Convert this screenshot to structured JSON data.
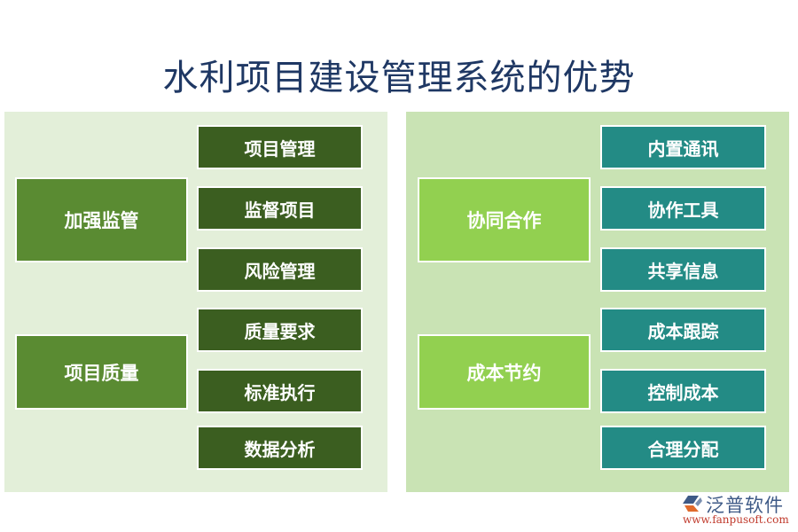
{
  "title": "水利项目建设管理系统的优势",
  "colors": {
    "title": "#1f3864",
    "left_panel_bg": "#e3efd9",
    "right_panel_bg": "#c9e3b4",
    "left_category": "#5a8b32",
    "left_item": "#3b5e20",
    "right_category": "#92d050",
    "right_item": "#238b85"
  },
  "panels": {
    "left": {
      "groups": [
        {
          "label": "加强监管",
          "items": [
            "项目管理",
            "监督项目",
            "风险管理"
          ]
        },
        {
          "label": "项目质量",
          "items": [
            "质量要求",
            "标准执行",
            "数据分析"
          ]
        }
      ]
    },
    "right": {
      "groups": [
        {
          "label": "协同合作",
          "items": [
            "内置通讯",
            "协作工具",
            "共享信息"
          ]
        },
        {
          "label": "成本节约",
          "items": [
            "成本跟踪",
            "控制成本",
            "合理分配"
          ]
        }
      ]
    }
  },
  "logo": {
    "name": "泛普软件",
    "url": "www.fanpusoft.com",
    "icon": "fanpu-logo-icon"
  }
}
